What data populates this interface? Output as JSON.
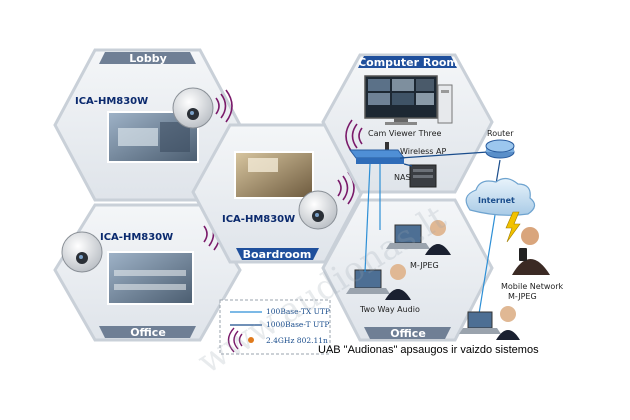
{
  "hexagons": {
    "lobby": "Lobby",
    "office_left": "Office",
    "boardroom": "Boardroom",
    "computer_room": "Computer Room",
    "office_right": "Office"
  },
  "cameras": {
    "lobby_model": "ICA-HM830W",
    "office_model": "ICA-HM830W",
    "boardroom_model": "ICA-HM830W"
  },
  "labels": {
    "cam_viewer": "Cam Viewer Three",
    "wireless_ap": "Wireless AP",
    "router": "Router",
    "nas": "NAS",
    "internet": "Internet",
    "mjpeg": "M-JPEG",
    "two_way_audio": "Two Way Audio",
    "mobile_line1": "Mobile Network",
    "mobile_line2": "M-JPEG"
  },
  "legend": {
    "line1": "100Base-TX UTP",
    "line2": "1000Base-T UTP",
    "line3": "2.4GHz 802.11n"
  },
  "caption": "UAB \"Audionas\" apsaugos ir vaizdo sistemos",
  "watermark": "www.audionas.lt",
  "colors": {
    "hex_border": "#c9d0d8",
    "hex_fill": "#e9edf1",
    "label_bar": "#6f7f95",
    "boardroom_bar": "#1f4f9c",
    "model_text": "#0b2a6e",
    "wifi": "#7a1a6a"
  }
}
